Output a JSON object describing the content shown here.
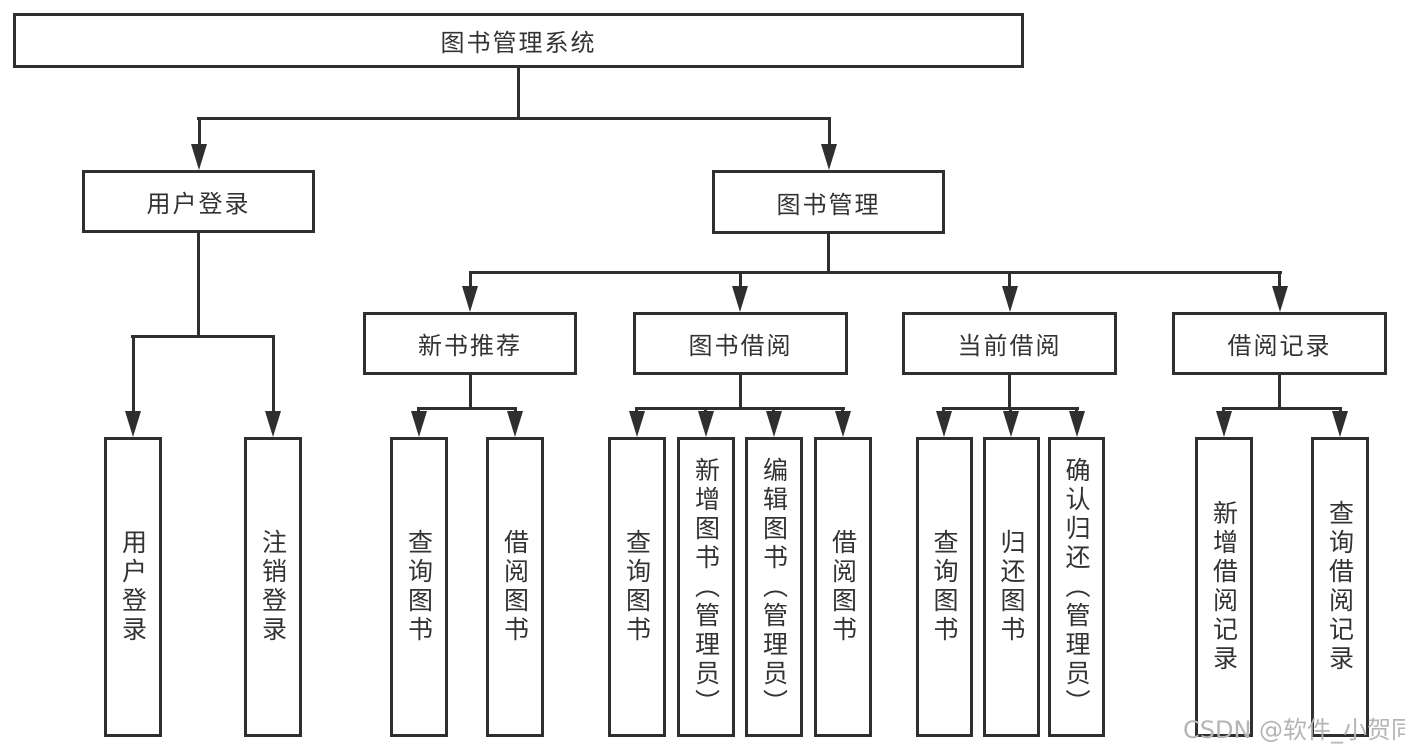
{
  "diagram": {
    "title": "图书管理系统",
    "watermark": "CSDN @软件_小贺同学",
    "colors": {
      "line": "#2f2f2f",
      "text": "#333333",
      "watermark": "#b5b5b5",
      "background": "#ffffff"
    },
    "root": {
      "label": "图书管理系统"
    },
    "level2": [
      {
        "label": "用户登录"
      },
      {
        "label": "图书管理"
      }
    ],
    "level3": [
      {
        "label": "新书推荐"
      },
      {
        "label": "图书借阅"
      },
      {
        "label": "当前借阅"
      },
      {
        "label": "借阅记录"
      }
    ],
    "leaves": {
      "user_login": [
        {
          "label": "用户登录"
        },
        {
          "label": "注销登录"
        }
      ],
      "new_book": [
        {
          "label": "查询图书"
        },
        {
          "label": "借阅图书"
        }
      ],
      "book_borrow": [
        {
          "label": "查询图书"
        },
        {
          "label": "新增图书（管理员）"
        },
        {
          "label": "编辑图书（管理员）"
        },
        {
          "label": "借阅图书"
        }
      ],
      "current_borrow": [
        {
          "label": "查询图书"
        },
        {
          "label": "归还图书"
        },
        {
          "label": "确认归还（管理员）"
        }
      ],
      "borrow_record": [
        {
          "label": "新增借阅记录"
        },
        {
          "label": "查询借阅记录"
        }
      ]
    }
  }
}
